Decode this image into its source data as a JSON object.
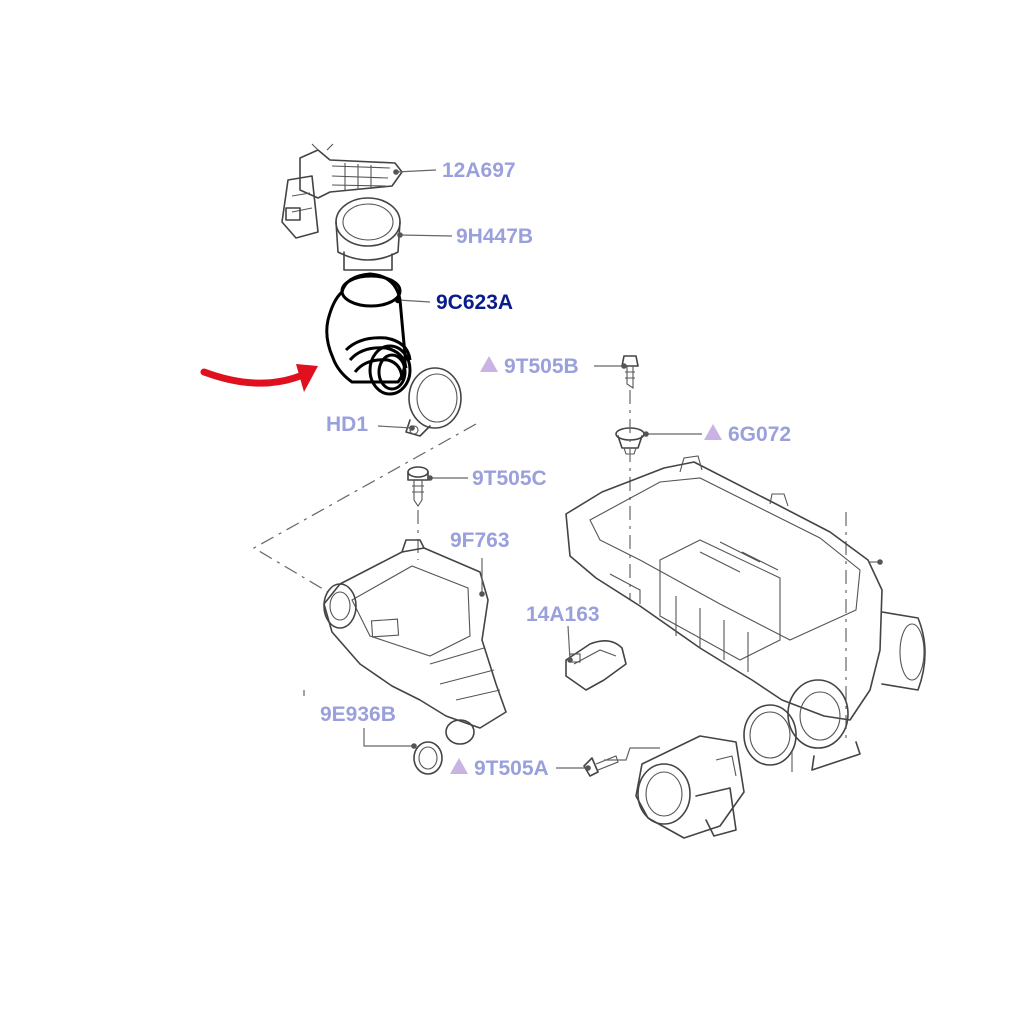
{
  "labels": {
    "p_12A697": "12A697",
    "p_9H447B": "9H447B",
    "p_9C623A": "9C623A",
    "p_9T505B": "9T505B",
    "p_6G072": "6G072",
    "p_HD1": "HD1",
    "p_9T505C": "9T505C",
    "p_9F763": "9F763",
    "p_14A163": "14A163",
    "p_9E936B": "9E936B",
    "p_9T505A": "9T505A"
  },
  "colors": {
    "label": "#9aa0dc",
    "highlight": "#0a1c8c",
    "marker_triangle": "#c9b3e3",
    "arrow": "#e0101e",
    "line": "#444444"
  },
  "highlighted_part": "9C623A"
}
